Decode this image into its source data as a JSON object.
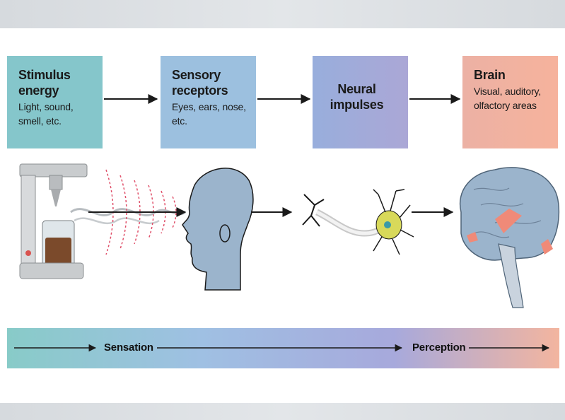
{
  "stages": [
    {
      "title": "Stimulus energy",
      "subtitle": "Light, sound, smell, etc."
    },
    {
      "title": "Sensory receptors",
      "subtitle": "Eyes, ears, nose, etc."
    },
    {
      "title": "Neural impulses",
      "subtitle": ""
    },
    {
      "title": "Brain",
      "subtitle": "Visual, auditory, olfactory areas"
    }
  ],
  "timeline": {
    "sensation_label": "Sensation",
    "perception_label": "Perception"
  },
  "colors": {
    "stimulus_box": "#85c6cb",
    "receptor_box": "#9cc0df",
    "neural_box": "#a2abda",
    "brain_box": "#f2b1a0",
    "arrow": "#1a1a1a",
    "head": "#9bb4cc",
    "brain_active": "#f08a78"
  },
  "icons": [
    "coffee-maker-icon",
    "head-profile-icon",
    "neuron-icon",
    "brain-icon"
  ]
}
